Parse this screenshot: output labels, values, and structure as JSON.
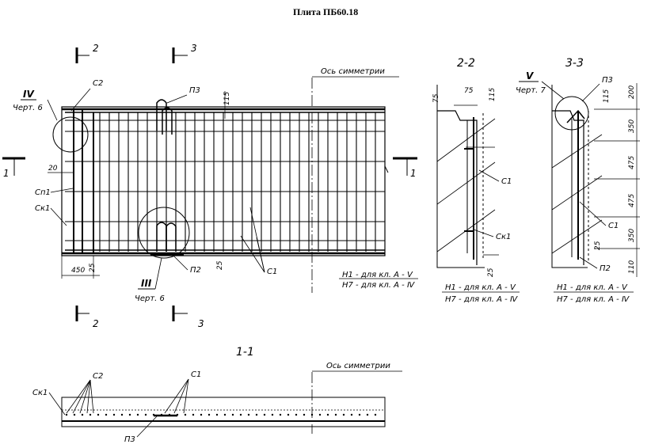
{
  "title": "Плита ПБ60.18",
  "plan": {
    "section_marks": {
      "s2": "2",
      "s3": "3",
      "s1": "1"
    },
    "labels": {
      "c2": "С2",
      "p3": "П3",
      "p2": "П2",
      "c1": "С1",
      "sp1": "Сп1",
      "sk1": "Ск1",
      "detail_iv": "IV",
      "detail_iv_ref": "Черт. 6",
      "detail_iii": "III",
      "detail_iii_ref": "Черт. 6",
      "axis": "Ось симметрии"
    },
    "dims": {
      "d115": "115",
      "d20": "20",
      "d450": "450",
      "d25a": "25",
      "d25b": "25"
    },
    "notes": {
      "n1": "Н1 - для кл. А - Ⅴ",
      "n7": "Н7 - для кл. А - Ⅳ"
    }
  },
  "sec22": {
    "title": "2-2",
    "dims": {
      "d75a": "75",
      "d75b": "75",
      "d115": "115",
      "d25": "25"
    },
    "labels": {
      "c1": "С1",
      "sk1": "Ск1"
    },
    "notes": {
      "n1": "Н1 - для кл. А - Ⅴ",
      "n7": "Н7 - для кл. А - Ⅳ"
    }
  },
  "sec33": {
    "title": "3-3",
    "detail_v": "V",
    "detail_v_ref": "Черт. 7",
    "labels": {
      "p3": "П3",
      "c1": "С1",
      "p2": "П2"
    },
    "dims": {
      "d200": "200",
      "d115": "115",
      "d350a": "350",
      "d475a": "475",
      "d475b": "475",
      "d350b": "350",
      "d110": "110",
      "d25": "25"
    },
    "notes": {
      "n1": "Н1 - для кл. А - Ⅴ",
      "n7": "Н7 - для кл. А - Ⅳ"
    }
  },
  "sec11": {
    "title": "1-1",
    "labels": {
      "c2": "С2",
      "c1": "С1",
      "sk1": "Ск1",
      "p3": "П3",
      "axis": "Ось симметрии"
    }
  }
}
